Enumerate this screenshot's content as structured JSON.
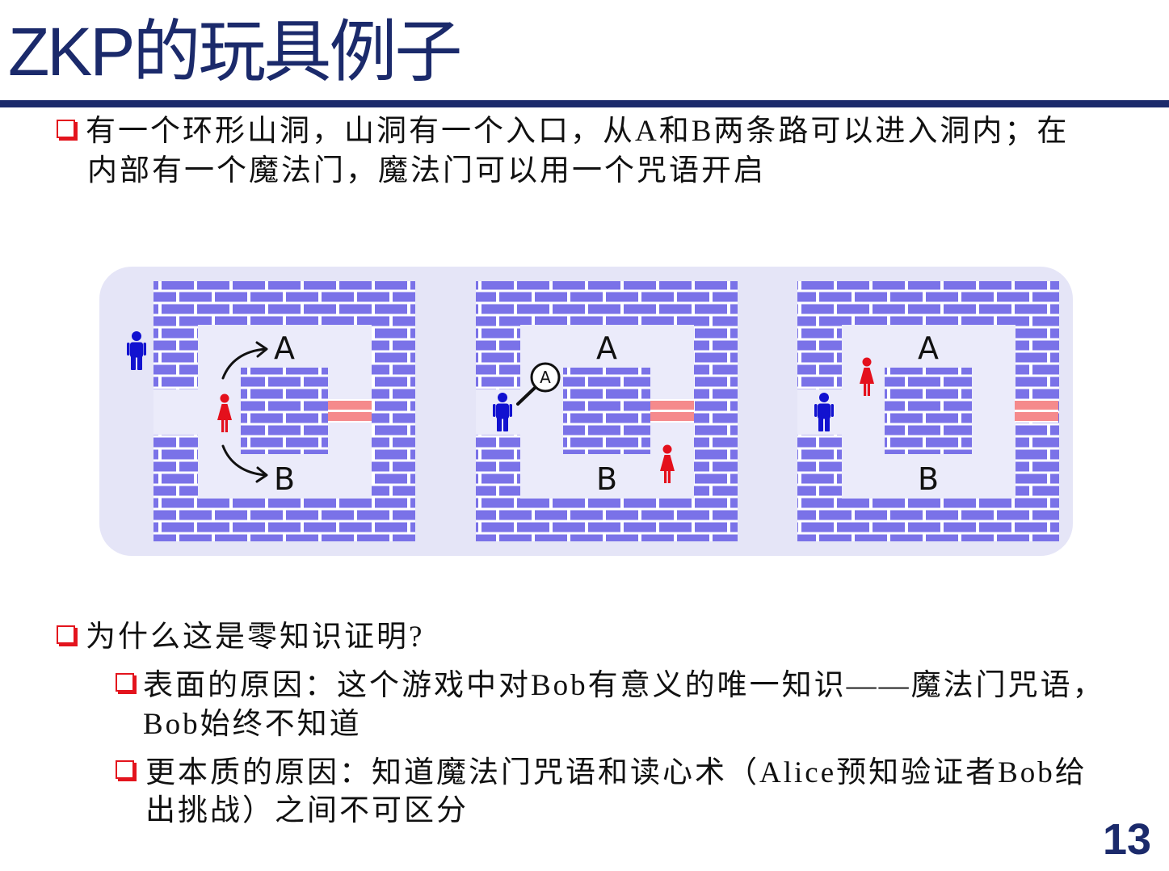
{
  "colors": {
    "navy": "#1b2a6b",
    "bullet": "#e3141d",
    "text": "#111111",
    "diagram_bg": "#e5e5f7",
    "corridor": "#ebebfa",
    "brick": "#7a72e8",
    "mortar": "#ffffff",
    "door": "#f58a8c",
    "blue_figure": "#1212d0",
    "red_figure": "#e4101c"
  },
  "slide": {
    "title": "ZKP的玩具例子",
    "page_number": "13",
    "bullet_icon": "shadowed-square-bullet-icon",
    "bullets": [
      {
        "lines": [
          "有一个环形山洞，山洞有一个入口，从A和B两条路可以进入洞内；在",
          "内部有一个魔法门，魔法门可以用一个咒语开启"
        ]
      },
      {
        "lines": [
          "为什么这是零知识证明?"
        ],
        "sub": [
          {
            "lines": [
              "表面的原因：这个游戏中对Bob有意义的唯一知识——魔法门咒语，",
              "Bob始终不知道"
            ]
          },
          {
            "lines": [
              "更本质的原因：知道魔法门咒语和读心术（Alice预知验证者Bob给",
              "出挑战）之间不可区分"
            ]
          }
        ]
      }
    ]
  },
  "diagram": {
    "panels": [
      {
        "label_a": "A",
        "label_b": "B"
      },
      {
        "label_a": "A",
        "label_b": "B",
        "magnifier_label": "A"
      },
      {
        "label_a": "A",
        "label_b": "B"
      }
    ]
  }
}
